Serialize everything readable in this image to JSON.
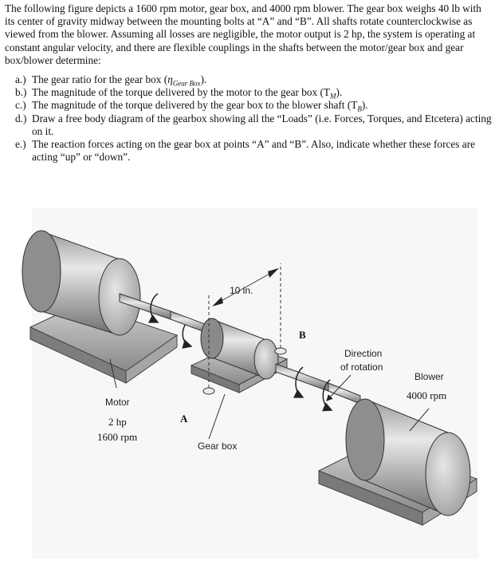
{
  "problem": {
    "intro": "The following figure depicts a 1600 rpm motor, gear box, and 4000 rpm blower. The gear box weighs 40 lb with its center of gravity midway between the mounting bolts at “A” and “B”. All shafts rotate counterclockwise as viewed from the blower. Assuming all losses are negligible, the motor output is 2 hp, the system is operating at constant angular velocity, and there are flexible couplings in the shafts between the motor/gear box and gear box/blower determine:",
    "questions": [
      {
        "letter": "a.)",
        "text_before": "The gear ratio for the gear box (",
        "symbol": "η",
        "subscript": "Gear Box",
        "text_after": ")."
      },
      {
        "letter": "b.)",
        "text_before": "The magnitude of the torque delivered by the motor to the gear box (T",
        "subscript": "M",
        "text_after": ")."
      },
      {
        "letter": "c.)",
        "text_before": "The magnitude of the torque delivered by the gear box to the blower shaft (T",
        "subscript": "B",
        "text_after": ")."
      },
      {
        "letter": "d.)",
        "text": "Draw a free body diagram of the gearbox showing all the “Loads” (i.e. Forces, Torques, and Etcetera) acting on it."
      },
      {
        "letter": "e.)",
        "text": "The reaction forces acting on the gear box at points “A” and “B”.  Also, indicate whether these forces are acting “up” or “down”."
      }
    ]
  },
  "figure": {
    "dimension_label": "10 in.",
    "point_a": "A",
    "point_b": "B",
    "direction_label_1": "Direction",
    "direction_label_2": "of rotation",
    "blower_label": "Blower",
    "blower_speed": "4000 rpm",
    "motor_label": "Motor",
    "motor_power": "2 hp",
    "motor_speed": "1600 rpm",
    "gearbox_label": "Gear box"
  },
  "colors": {
    "metal_light": "#e4e4e4",
    "metal_mid": "#a9a9a9",
    "metal_dark": "#6d6d6d",
    "background_tint": "#f2f2f2"
  }
}
